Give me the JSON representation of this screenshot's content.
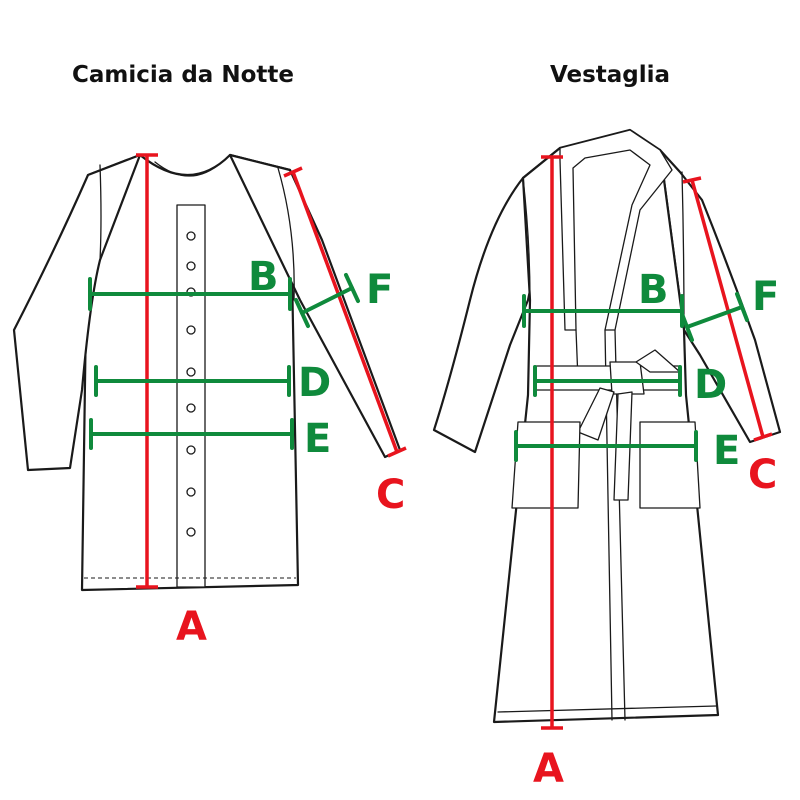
{
  "titles": {
    "left": "Camicia da Notte",
    "right": "Vestaglia"
  },
  "labels": {
    "A": "A",
    "B": "B",
    "C": "C",
    "D": "D",
    "E": "E",
    "F": "F"
  },
  "colors": {
    "width_lines": "#0f8a3c",
    "length_lines": "#e8141e",
    "outline": "#1a1a1a"
  }
}
